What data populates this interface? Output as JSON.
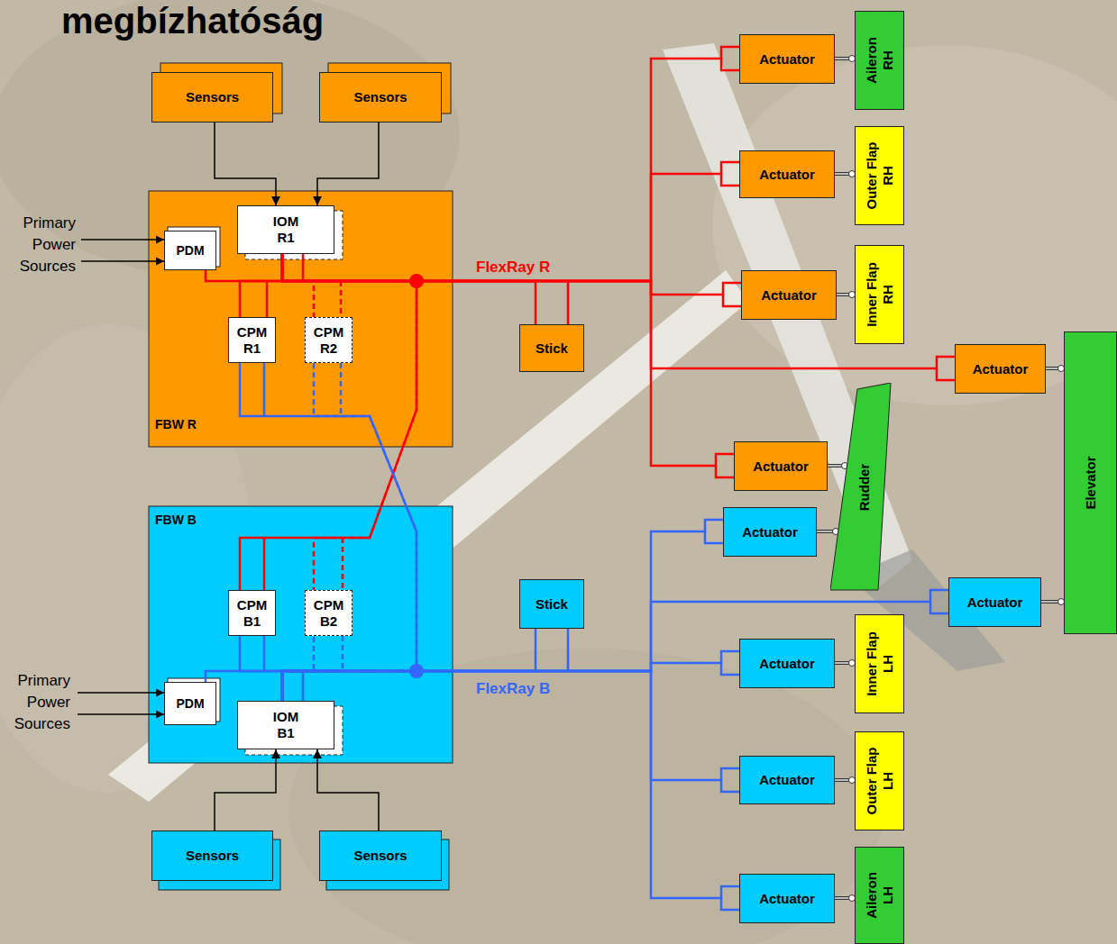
{
  "diagram": {
    "title": "megbízhatóság",
    "nodes": [
      {
        "text": [
          "Sensors"
        ]
      },
      {
        "text": [
          "Sensors"
        ]
      },
      {
        "text": [
          "FBW R"
        ]
      },
      {
        "text": [
          "PDM"
        ],
        "in": 2
      },
      {
        "text": [
          "IOM R1"
        ],
        "in": 2
      },
      {
        "text": [
          "CPM R1"
        ],
        "in": 2
      },
      {
        "text": [
          "CPM R2"
        ],
        "in": 2
      },
      {
        "text": [
          "Stick"
        ]
      },
      {
        "text": [
          "Actuator"
        ]
      },
      {
        "text": [
          "Aileron RH"
        ]
      },
      {
        "text": [
          "Actuator"
        ]
      },
      {
        "text": [
          "Outer Flap RH"
        ]
      },
      {
        "text": [
          "Actuator"
        ]
      },
      {
        "text": [
          "Inner Flap RH"
        ]
      },
      {
        "text": [
          "Actuator"
        ]
      },
      {
        "text": [
          "Elevator"
        ]
      },
      {
        "text": [
          "Actuator"
        ]
      },
      {
        "text": [
          "Rudder"
        ]
      },
      {
        "text": [
          "FBW B"
        ]
      },
      {
        "text": [
          "CPM B1"
        ],
        "in": 18
      },
      {
        "text": [
          "CPM B2"
        ],
        "in": 18
      },
      {
        "text": [
          "PDM"
        ],
        "in": 18
      },
      {
        "text": [
          "IOM B1"
        ],
        "in": 18
      },
      {
        "text": [
          "Stick"
        ]
      },
      {
        "text": [
          "Actuator"
        ]
      },
      {
        "text": [
          "Actuator"
        ]
      },
      {
        "text": [
          "Actuator"
        ]
      },
      {
        "text": [
          "Inner Flap LH"
        ]
      },
      {
        "text": [
          "Actuator"
        ]
      },
      {
        "text": [
          "Outer Flap LH"
        ]
      },
      {
        "text": [
          "Actuator"
        ]
      },
      {
        "text": [
          "Aileron LH"
        ]
      },
      {
        "text": [
          "Sensors"
        ]
      },
      {
        "text": [
          "Sensors"
        ]
      }
    ],
    "edges": [
      {
        "from": 0,
        "to": 4,
        "arrow": "to"
      },
      {
        "from": 1,
        "to": 4,
        "arrow": "to"
      },
      {
        "from": 32,
        "to": 22,
        "arrow": "to"
      },
      {
        "from": 33,
        "to": 22,
        "arrow": "to"
      },
      {
        "from": 4,
        "to": 3,
        "arrow": "none"
      },
      {
        "from": 4,
        "to": 5,
        "arrow": "none"
      },
      {
        "from": 4,
        "to": 6,
        "arrow": "none"
      },
      {
        "from": 4,
        "to": 7,
        "arrow": "none"
      },
      {
        "from": 4,
        "to": 8,
        "arrow": "none"
      },
      {
        "from": 4,
        "to": 10,
        "arrow": "none"
      },
      {
        "from": 4,
        "to": 12,
        "arrow": "none"
      },
      {
        "from": 4,
        "to": 14,
        "arrow": "none"
      },
      {
        "from": 4,
        "to": 16,
        "arrow": "none"
      },
      {
        "from": 4,
        "to": 19,
        "arrow": "none"
      },
      {
        "from": 4,
        "to": 20,
        "arrow": "none"
      },
      {
        "from": 22,
        "to": 21,
        "arrow": "none"
      },
      {
        "from": 22,
        "to": 19,
        "arrow": "none"
      },
      {
        "from": 22,
        "to": 20,
        "arrow": "none"
      },
      {
        "from": 22,
        "to": 23,
        "arrow": "none"
      },
      {
        "from": 22,
        "to": 24,
        "arrow": "none"
      },
      {
        "from": 22,
        "to": 25,
        "arrow": "none"
      },
      {
        "from": 22,
        "to": 26,
        "arrow": "none"
      },
      {
        "from": 22,
        "to": 28,
        "arrow": "none"
      },
      {
        "from": 22,
        "to": 30,
        "arrow": "none"
      },
      {
        "from": 22,
        "to": 5,
        "arrow": "none"
      },
      {
        "from": 22,
        "to": 6,
        "arrow": "none"
      },
      {
        "from": 8,
        "to": 9,
        "arrow": "none"
      },
      {
        "from": 10,
        "to": 11,
        "arrow": "none"
      },
      {
        "from": 12,
        "to": 13,
        "arrow": "none"
      },
      {
        "from": 14,
        "to": 15,
        "arrow": "none"
      },
      {
        "from": 16,
        "to": 17,
        "arrow": "none"
      },
      {
        "from": 24,
        "to": 17,
        "arrow": "none"
      },
      {
        "from": 25,
        "to": 15,
        "arrow": "none"
      },
      {
        "from": 26,
        "to": 27,
        "arrow": "none"
      },
      {
        "from": 28,
        "to": 29,
        "arrow": "none"
      },
      {
        "from": 30,
        "to": 31,
        "arrow": "none"
      }
    ],
    "labels": [
      "Primary Power Sources",
      "Primary Power Sources",
      "FlexRay R",
      "FlexRay B"
    ]
  }
}
